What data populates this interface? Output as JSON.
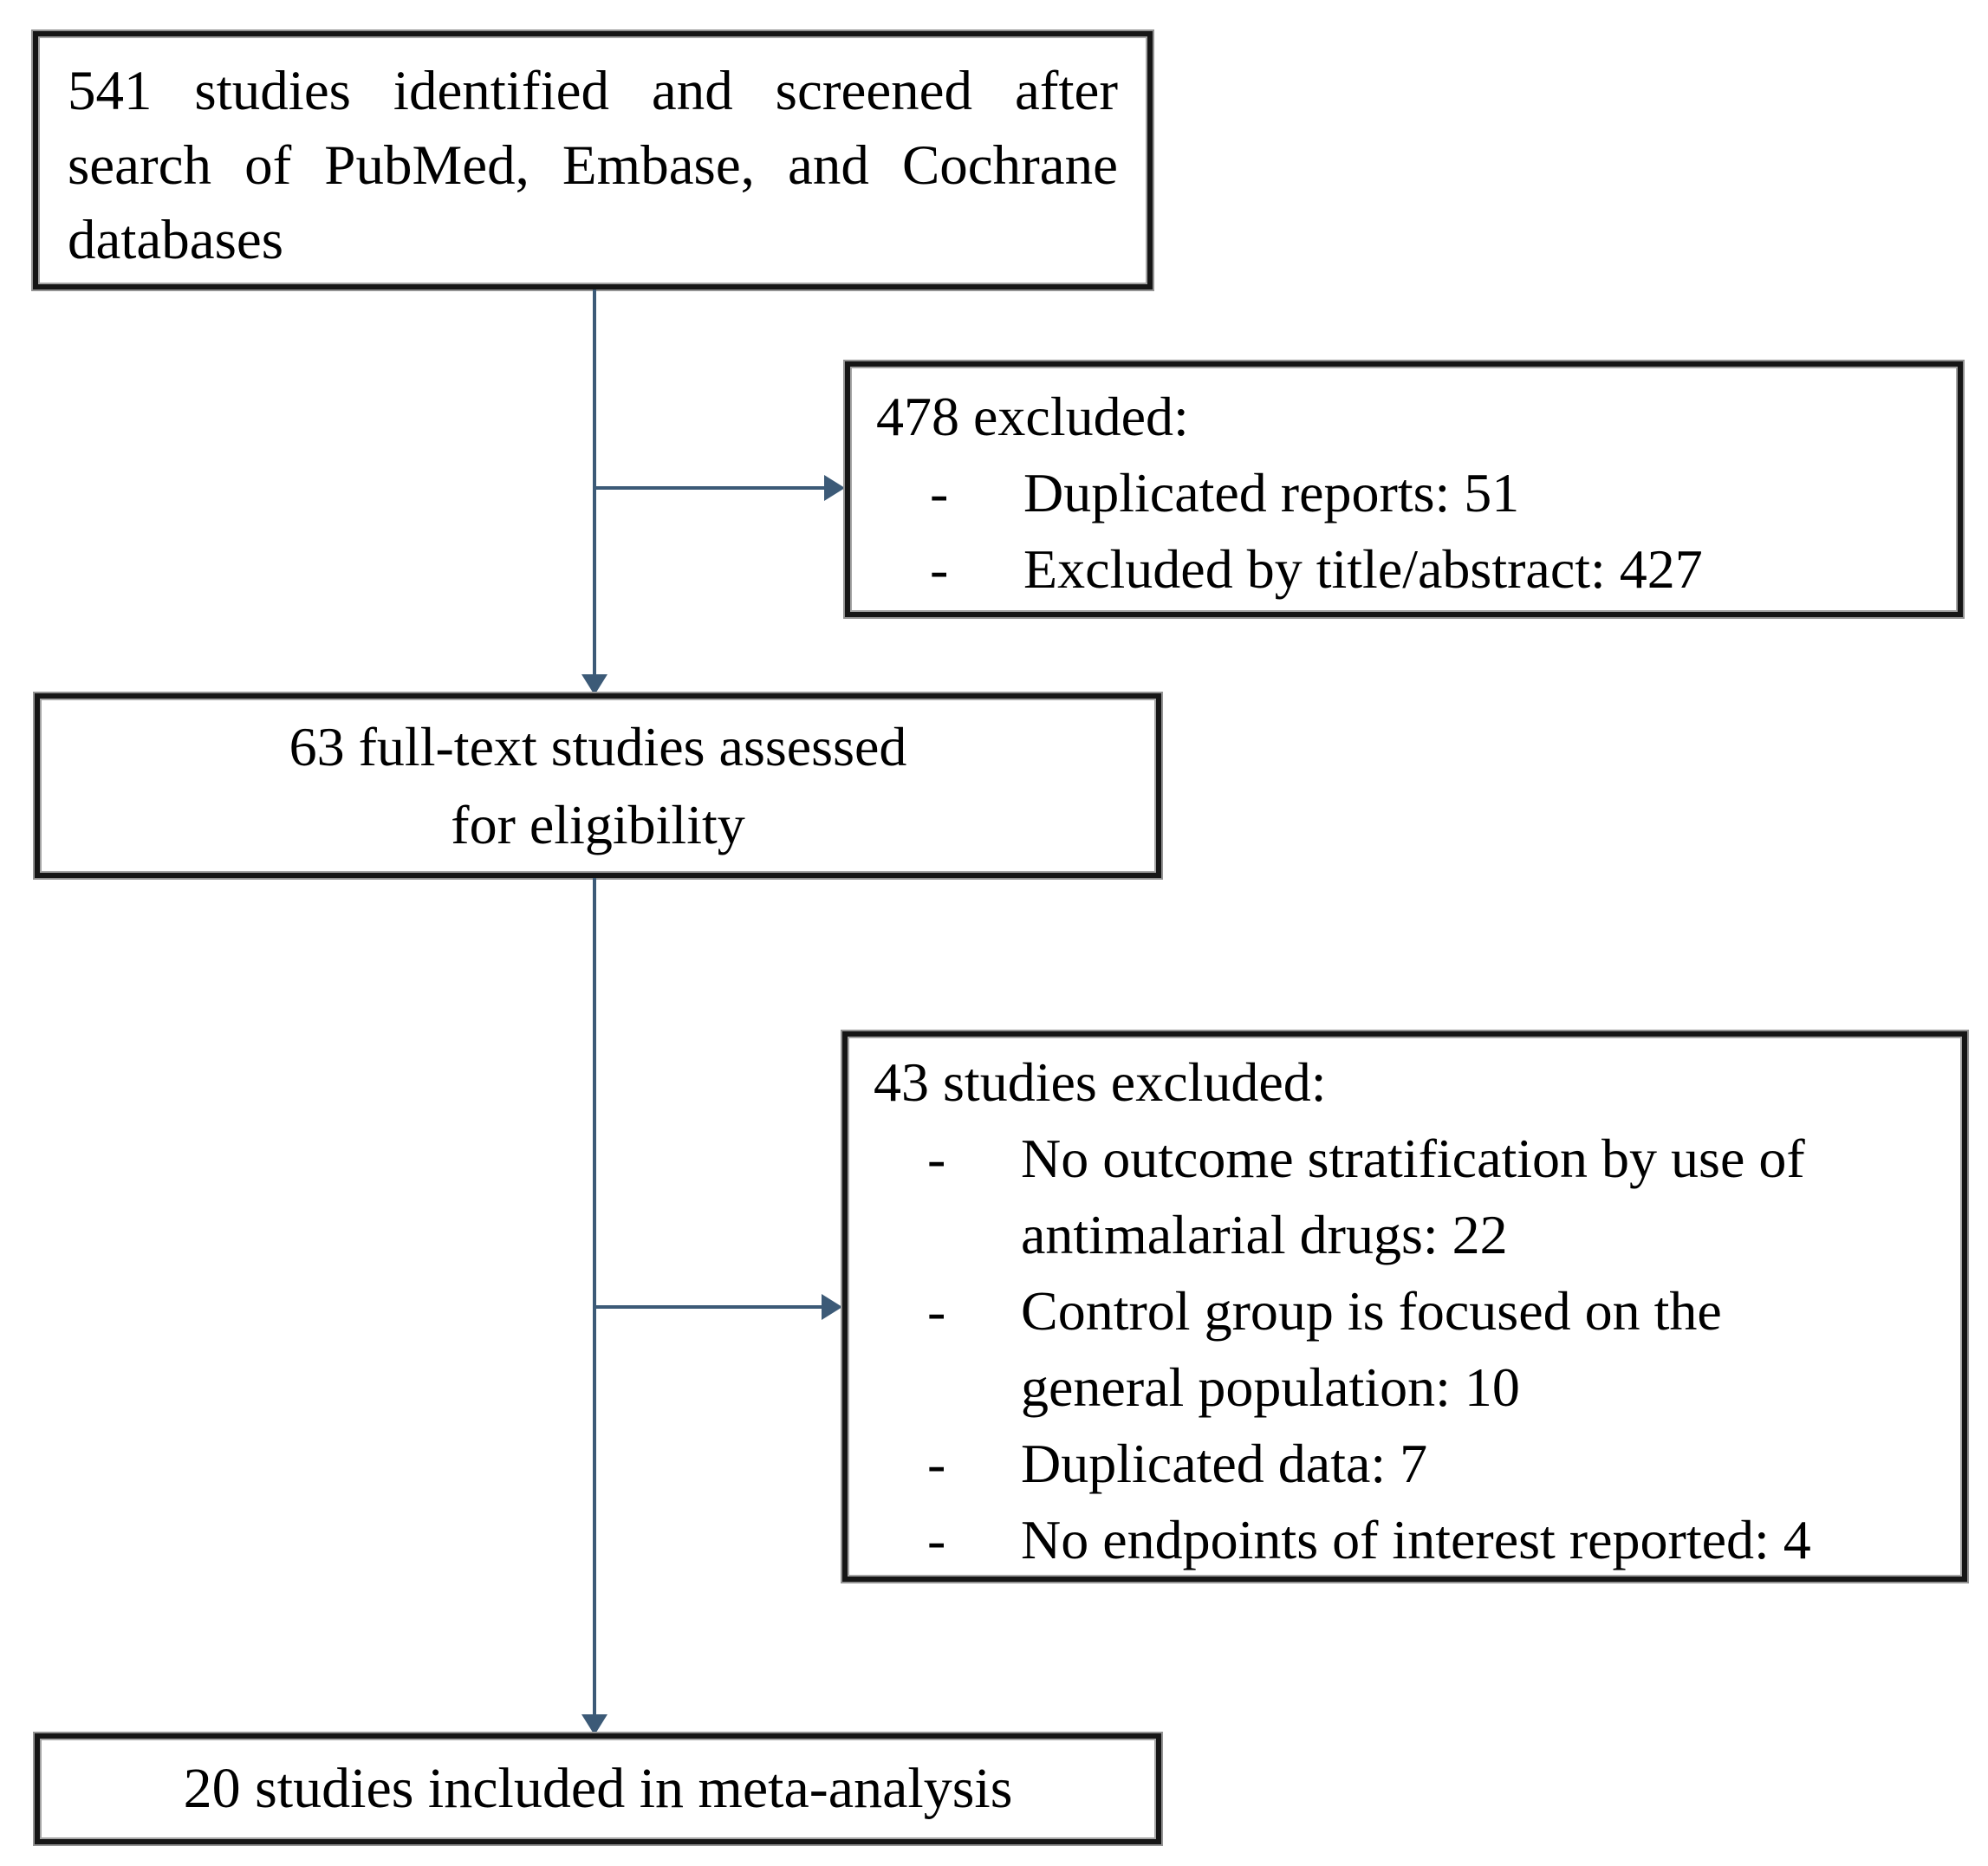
{
  "boxes": {
    "identified": {
      "text": "541 studies identified and screened after search of PubMed, Embase, and Cochrane databases"
    },
    "excluded_screening": {
      "title": "478 excluded:",
      "items": [
        {
          "bullet": "-",
          "text": "Duplicated reports: 51"
        },
        {
          "bullet": "-",
          "text": "Excluded by title/abstract: 427"
        }
      ]
    },
    "fulltext": {
      "text": "63 full-text studies assessed\nfor eligibility"
    },
    "excluded_fulltext": {
      "title": "43 studies excluded:",
      "items": [
        {
          "bullet": "-",
          "text": "No outcome stratification by use of\nantimalarial drugs: 22"
        },
        {
          "bullet": "-",
          "text": "Control group is focused on the\ngeneral population: 10"
        },
        {
          "bullet": "-",
          "text": "Duplicated data: 7"
        },
        {
          "bullet": "-",
          "text": "No endpoints of interest reported: 4"
        }
      ]
    },
    "included": {
      "text": "20 studies included in meta-analysis"
    }
  },
  "colors": {
    "arrow": "#3c5a77",
    "border": "#161616",
    "background": "#ffffff",
    "text": "#000000"
  }
}
